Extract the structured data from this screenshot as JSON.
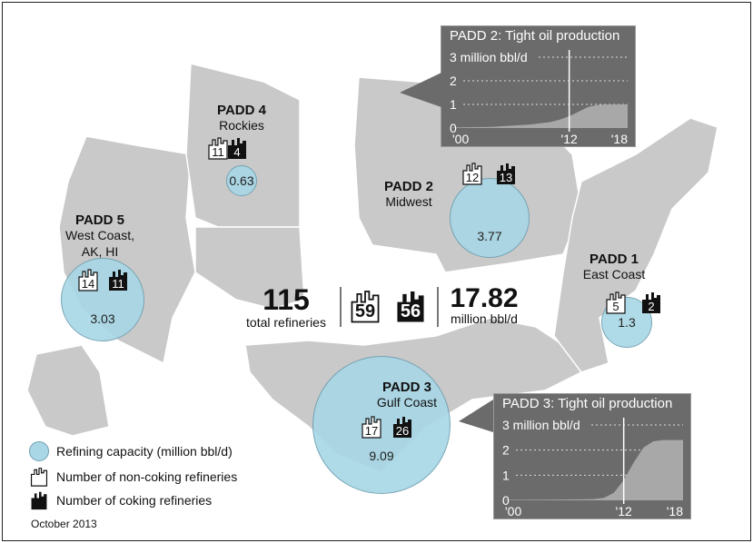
{
  "regions": [
    {
      "id": "padd4",
      "name": "PADD 4",
      "area": "Rockies",
      "noncoking": "11",
      "coking": "4",
      "capacity": "0.63"
    },
    {
      "id": "padd2",
      "name": "PADD 2",
      "area": "Midwest",
      "noncoking": "12",
      "coking": "13",
      "capacity": "3.77"
    },
    {
      "id": "padd5",
      "name": "PADD 5",
      "area": "West Coast,",
      "area2": "AK, HI",
      "noncoking": "14",
      "coking": "11",
      "capacity": "3.03"
    },
    {
      "id": "padd1",
      "name": "PADD 1",
      "area": "East Coast",
      "noncoking": "5",
      "coking": "2",
      "capacity": "1.3"
    },
    {
      "id": "padd3",
      "name": "PADD 3",
      "area": "Gulf Coast",
      "noncoking": "17",
      "coking": "26",
      "capacity": "9.09"
    }
  ],
  "totals": {
    "refineries": "115",
    "refineries_label": "total refineries",
    "noncoking": "59",
    "coking": "56",
    "capacity": "17.82",
    "capacity_label": "million bbl/d"
  },
  "legend": {
    "capacity": "Refining capacity (million bbl/d)",
    "noncoking": "Number of non-coking refineries",
    "coking": "Number of coking refineries",
    "date": "October 2013"
  },
  "colors": {
    "land": "#c9c9c9",
    "bubble": "#a9d7e6",
    "chart_bg": "#6b6b6b",
    "chart_fill": "#a8a8a8"
  },
  "chart_data": [
    {
      "type": "area",
      "title": "PADD 2: Tight oil production",
      "ylabel": "3 million bbl/d",
      "yticks": [
        "0",
        "1",
        "2",
        "3 million bbl/d"
      ],
      "xticks": [
        "'00",
        "'12",
        "'18"
      ],
      "ylim": [
        0,
        3
      ],
      "xlim": [
        2000,
        2018
      ],
      "marker_year": 2012,
      "x": [
        2000,
        2004,
        2008,
        2010,
        2011,
        2012,
        2013,
        2014,
        2015,
        2016,
        2018
      ],
      "values": [
        0.02,
        0.05,
        0.15,
        0.25,
        0.35,
        0.5,
        0.7,
        0.9,
        0.98,
        1.0,
        1.0
      ]
    },
    {
      "type": "area",
      "title": "PADD 3: Tight oil production",
      "ylabel": "3 million bbl/d",
      "yticks": [
        "0",
        "1",
        "2",
        "3 million bbl/d"
      ],
      "xticks": [
        "'00",
        "'12",
        "'18"
      ],
      "ylim": [
        0,
        3
      ],
      "xlim": [
        2000,
        2018
      ],
      "marker_year": 2012,
      "x": [
        2000,
        2006,
        2009,
        2010,
        2011,
        2012,
        2013,
        2014,
        2015,
        2016,
        2018
      ],
      "values": [
        0.02,
        0.03,
        0.05,
        0.1,
        0.3,
        0.8,
        1.5,
        2.1,
        2.35,
        2.4,
        2.4
      ]
    }
  ]
}
